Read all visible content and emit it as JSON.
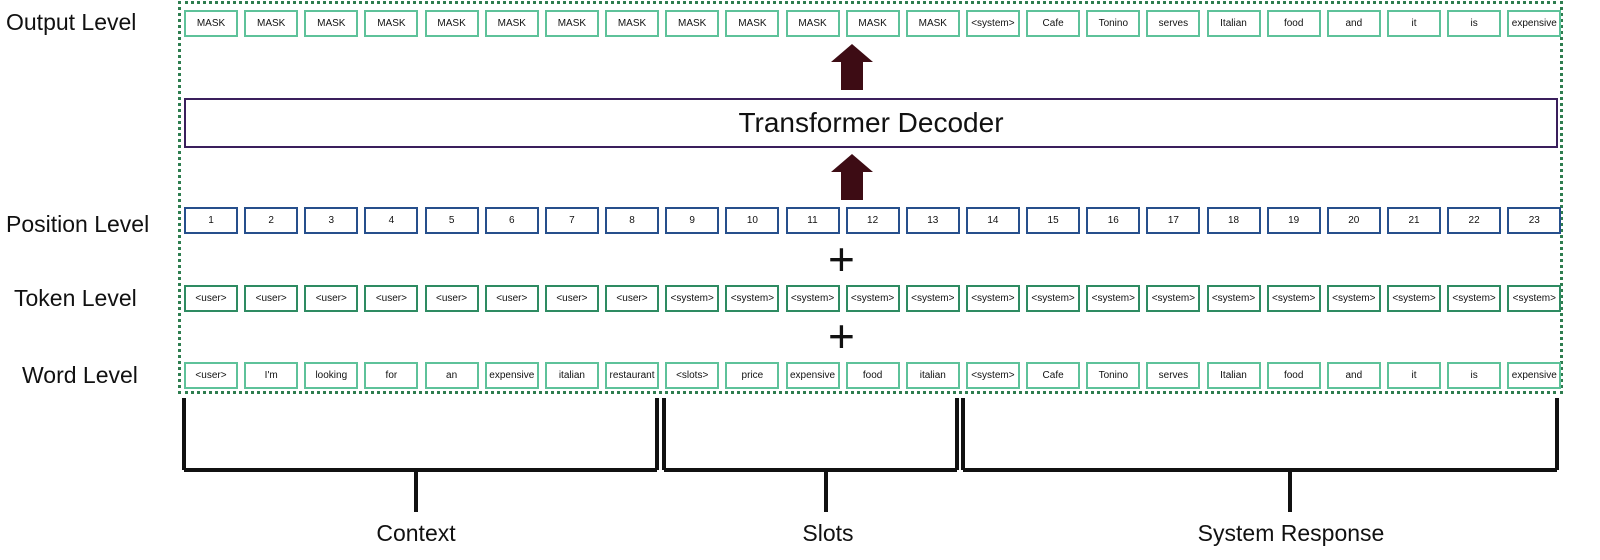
{
  "row_labels": {
    "output": "Output Level",
    "position": "Position Level",
    "token": "Token Level",
    "word": "Word Level"
  },
  "decoder_label": "Transformer Decoder",
  "plus_sign": "+",
  "output_tokens": [
    "MASK",
    "MASK",
    "MASK",
    "MASK",
    "MASK",
    "MASK",
    "MASK",
    "MASK",
    "MASK",
    "MASK",
    "MASK",
    "MASK",
    "MASK",
    "<system>",
    "Cafe",
    "Tonino",
    "serves",
    "Italian",
    "food",
    "and",
    "it",
    "is",
    "expensive"
  ],
  "position_tokens": [
    "1",
    "2",
    "3",
    "4",
    "5",
    "6",
    "7",
    "8",
    "9",
    "10",
    "11",
    "12",
    "13",
    "14",
    "15",
    "16",
    "17",
    "18",
    "19",
    "20",
    "21",
    "22",
    "23"
  ],
  "token_tokens": [
    "<user>",
    "<user>",
    "<user>",
    "<user>",
    "<user>",
    "<user>",
    "<user>",
    "<user>",
    "<system>",
    "<system>",
    "<system>",
    "<system>",
    "<system>",
    "<system>",
    "<system>",
    "<system>",
    "<system>",
    "<system>",
    "<system>",
    "<system>",
    "<system>",
    "<system>",
    "<system>"
  ],
  "word_tokens": [
    "<user>",
    "I'm",
    "looking",
    "for",
    "an",
    "expensive",
    "italian",
    "restaurant",
    "<slots>",
    "price",
    "expensive",
    "food",
    "italian",
    "<system>",
    "Cafe",
    "Tonino",
    "serves",
    "Italian",
    "food",
    "and",
    "it",
    "is",
    "expensive"
  ],
  "segments": [
    {
      "label": "Context"
    },
    {
      "label": "Slots"
    },
    {
      "label": "System Response"
    }
  ],
  "colors": {
    "output_border": "#5ec29a",
    "position_border": "#264f8c",
    "token_border": "#2e8b62",
    "word_border": "#5ec29a",
    "arrow_fill": "#3d0c14",
    "decoder_border": "#3a1f5c",
    "frame_border": "#2e7d4f"
  }
}
